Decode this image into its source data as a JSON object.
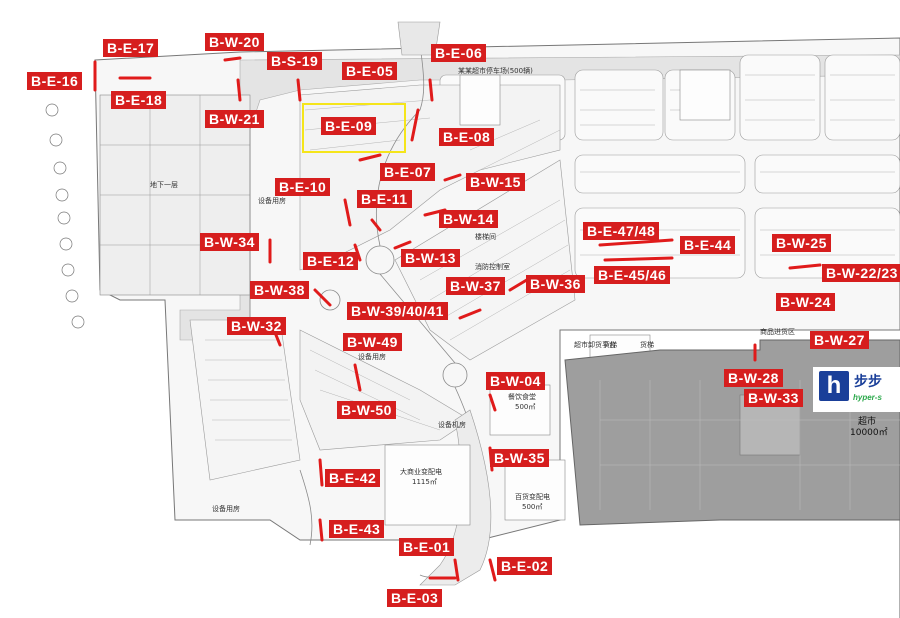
{
  "map_labels": [
    "B-E-17",
    "B-W-20",
    "B-E-16",
    "B-S-19",
    "B-E-05",
    "B-E-06",
    "B-E-18",
    "B-W-21",
    "B-E-09",
    "B-E-08",
    "B-E-07",
    "B-E-10",
    "B-W-15",
    "B-E-11",
    "B-W-14",
    "B-W-34",
    "B-E-12",
    "B-W-13",
    "B-E-47/48",
    "B-E-44",
    "B-W-25",
    "B-W-22/23",
    "B-E-45/46",
    "B-W-37",
    "B-W-36",
    "B-W-38",
    "B-W-24",
    "B-W-39/40/41",
    "B-W-32",
    "B-W-49",
    "B-W-27",
    "B-W-04",
    "B-W-28",
    "B-W-33",
    "B-W-50",
    "B-W-35",
    "B-E-42",
    "B-E-43",
    "B-E-01",
    "B-E-02",
    "B-E-03"
  ],
  "highlight_label": "B-E-09",
  "hypermarket": {
    "brand_icon": "h",
    "brand_cn": "步步",
    "brand_en": "hyper-s",
    "name_cn": "超市",
    "area": "10000㎡"
  },
  "plan_notes": [
    "某某超市停车场(500辆)",
    "地下一层",
    "设备用房",
    "设备用房",
    "设备用房",
    "设备机房",
    "大商业变配电",
    "1115㎡",
    "餐饮食堂",
    "500㎡",
    "百货变配电",
    "500㎡",
    "商品进货区",
    "超市卸货平台",
    "货梯",
    "货梯",
    "楼梯间",
    "消防控制室"
  ],
  "colors": {
    "label_bg": "#d61e1e",
    "highlight": "#f5e51a",
    "store_area": "#9e9e9e",
    "brand_blue": "#1a3f99"
  }
}
